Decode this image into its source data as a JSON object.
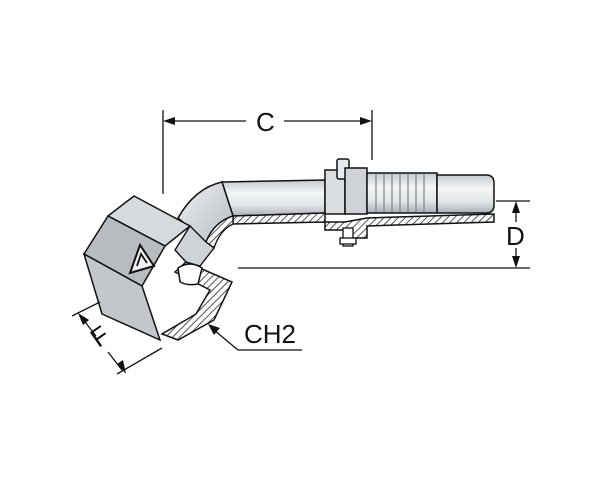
{
  "labels": {
    "c": "C",
    "d": "D",
    "f": "F",
    "ch2": "CH2"
  },
  "icons": {
    "logo": "triangle-logo-icon"
  },
  "colors": {
    "line": "#111111",
    "metal_light": "#e9ecee",
    "metal_mid": "#c7ccd1",
    "metal_dark": "#8e949a",
    "nut_face": "#b8bcc0",
    "nut_top": "#d7dadd",
    "hatch": "#2a2a2a"
  }
}
